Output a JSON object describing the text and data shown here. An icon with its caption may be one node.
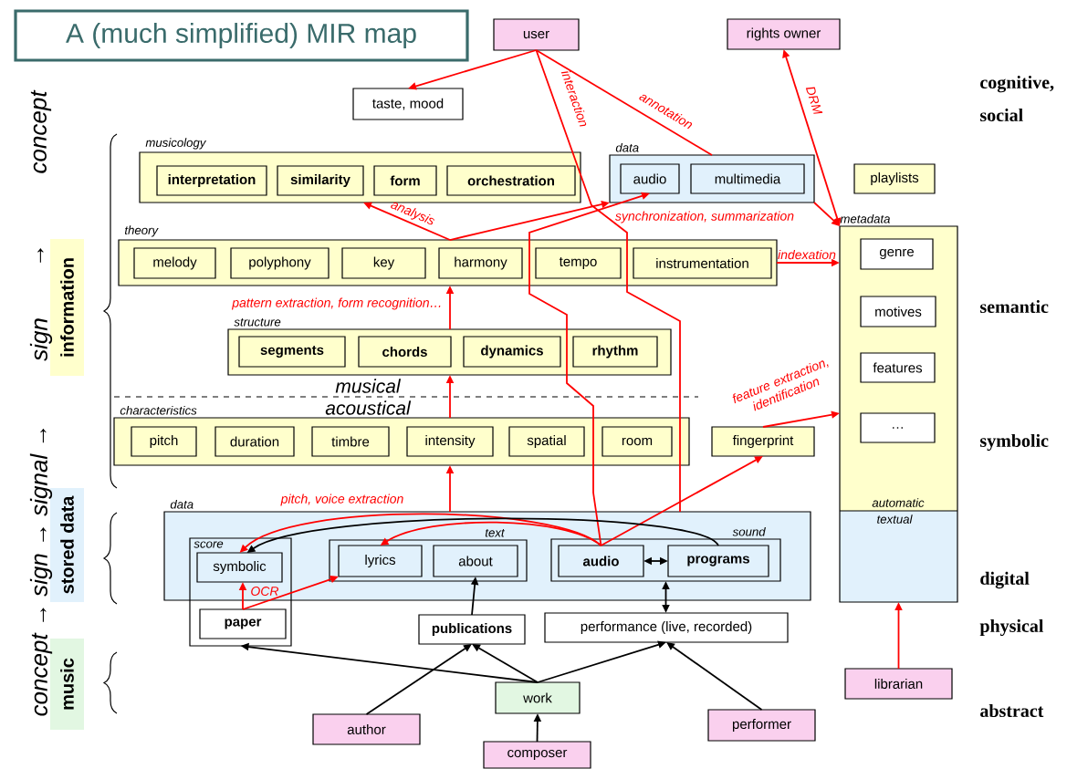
{
  "diagram": {
    "title": "A (much simplified) MIR map",
    "nodes": [
      {
        "text": [
          "user"
        ]
      },
      {
        "text": [
          "rights owner"
        ]
      },
      {
        "text": [
          "taste, mood"
        ]
      },
      {
        "text": [
          "musicology"
        ]
      },
      {
        "text": [
          "interpretation"
        ],
        "in": 3
      },
      {
        "text": [
          "similarity"
        ],
        "in": 3
      },
      {
        "text": [
          "form"
        ],
        "in": 3
      },
      {
        "text": [
          "orchestration"
        ],
        "in": 3
      },
      {
        "text": [
          "data"
        ]
      },
      {
        "text": [
          "audio"
        ],
        "in": 8
      },
      {
        "text": [
          "multimedia"
        ],
        "in": 8
      },
      {
        "text": [
          "playlists"
        ]
      },
      {
        "text": [
          "theory"
        ]
      },
      {
        "text": [
          "melody"
        ],
        "in": 12
      },
      {
        "text": [
          "polyphony"
        ],
        "in": 12
      },
      {
        "text": [
          "key"
        ],
        "in": 12
      },
      {
        "text": [
          "harmony"
        ],
        "in": 12
      },
      {
        "text": [
          "tempo"
        ],
        "in": 12
      },
      {
        "text": [
          "instrumentation"
        ],
        "in": 12
      },
      {
        "text": [
          "metadata",
          "automatic",
          "textual"
        ]
      },
      {
        "text": [
          "genre"
        ],
        "in": 19
      },
      {
        "text": [
          "motives"
        ],
        "in": 19
      },
      {
        "text": [
          "features"
        ],
        "in": 19
      },
      {
        "text": [
          "…"
        ],
        "in": 19
      },
      {
        "text": [
          "structure"
        ]
      },
      {
        "text": [
          "segments"
        ],
        "in": 24
      },
      {
        "text": [
          "chords"
        ],
        "in": 24
      },
      {
        "text": [
          "dynamics"
        ],
        "in": 24
      },
      {
        "text": [
          "rhythm"
        ],
        "in": 24
      },
      {
        "text": [
          "characteristics"
        ]
      },
      {
        "text": [
          "pitch"
        ],
        "in": 29
      },
      {
        "text": [
          "duration"
        ],
        "in": 29
      },
      {
        "text": [
          "timbre"
        ],
        "in": 29
      },
      {
        "text": [
          "intensity"
        ],
        "in": 29
      },
      {
        "text": [
          "spatial"
        ],
        "in": 29
      },
      {
        "text": [
          "room"
        ],
        "in": 29
      },
      {
        "text": [
          "fingerprint"
        ]
      },
      {
        "text": [
          "data"
        ]
      },
      {
        "text": [
          "score"
        ]
      },
      {
        "text": [
          "symbolic"
        ]
      },
      {
        "text": [
          "paper"
        ],
        "in": 38
      },
      {
        "text": [
          "text"
        ],
        "in": 37
      },
      {
        "text": [
          "lyrics"
        ],
        "in": 41
      },
      {
        "text": [
          "about"
        ],
        "in": 41
      },
      {
        "text": [
          "sound"
        ],
        "in": 37
      },
      {
        "text": [
          "audio"
        ],
        "in": 44
      },
      {
        "text": [
          "programs"
        ],
        "in": 44
      },
      {
        "text": [
          "publications"
        ]
      },
      {
        "text": [
          "performance (live, recorded)"
        ]
      },
      {
        "text": [
          "work"
        ]
      },
      {
        "text": [
          "author"
        ]
      },
      {
        "text": [
          "composer"
        ]
      },
      {
        "text": [
          "performer"
        ]
      },
      {
        "text": [
          "librarian"
        ]
      },
      {
        "text": [
          "information"
        ]
      },
      {
        "text": [
          "stored data"
        ]
      },
      {
        "text": [
          "music"
        ]
      }
    ],
    "edges": [
      {
        "from": 0,
        "to": 2,
        "arrow": "to"
      },
      {
        "from": 0,
        "to": 37,
        "arrow": "none",
        "label": "interaction"
      },
      {
        "from": 0,
        "to": 8,
        "arrow": "none",
        "label": "annotation"
      },
      {
        "from": 1,
        "to": 19,
        "arrow": "both",
        "label": "DRM"
      },
      {
        "from": 12,
        "to": 3,
        "arrow": "to",
        "label": "analysis"
      },
      {
        "from": 12,
        "to": 8,
        "arrow": "to",
        "label": "synchronization, summarization"
      },
      {
        "from": 8,
        "to": 19,
        "arrow": "to"
      },
      {
        "from": 12,
        "to": 19,
        "arrow": "to",
        "label": "indexation"
      },
      {
        "from": 24,
        "to": 12,
        "arrow": "to",
        "label": "pattern extraction, form recognition…"
      },
      {
        "from": 29,
        "to": 24,
        "arrow": "to"
      },
      {
        "from": 37,
        "to": 29,
        "arrow": "to"
      },
      {
        "from": 45,
        "to": 9,
        "arrow": "to"
      },
      {
        "from": 45,
        "to": 36,
        "arrow": "to"
      },
      {
        "from": 36,
        "to": 19,
        "arrow": "to",
        "label": "feature extraction, identification"
      },
      {
        "from": 45,
        "to": 39,
        "arrow": "to",
        "label": "pitch, voice extraction"
      },
      {
        "from": 45,
        "to": 42,
        "arrow": "to"
      },
      {
        "from": 46,
        "to": 39,
        "arrow": "to",
        "color": "#000000"
      },
      {
        "from": 40,
        "to": 39,
        "arrow": "to",
        "label": "OCR"
      },
      {
        "from": 40,
        "to": 42,
        "arrow": "to"
      },
      {
        "from": 47,
        "to": 43,
        "arrow": "to",
        "color": "#000000"
      },
      {
        "from": 45,
        "to": 46,
        "arrow": "both",
        "color": "#000000"
      },
      {
        "from": 44,
        "to": 48,
        "arrow": "both",
        "color": "#000000"
      },
      {
        "from": 49,
        "to": 38,
        "arrow": "to",
        "color": "#000000"
      },
      {
        "from": 49,
        "to": 47,
        "arrow": "to",
        "color": "#000000"
      },
      {
        "from": 49,
        "to": 48,
        "arrow": "to",
        "color": "#000000"
      },
      {
        "from": 50,
        "to": 47,
        "arrow": "to",
        "color": "#000000"
      },
      {
        "from": 52,
        "to": 48,
        "arrow": "to",
        "color": "#000000"
      },
      {
        "from": 51,
        "to": 49,
        "arrow": "to",
        "color": "#000000"
      },
      {
        "from": 53,
        "to": 19,
        "arrow": "to"
      }
    ],
    "labels": [
      "concept",
      "→",
      "sign",
      "concept → sign → signal →",
      "cognitive, social",
      "musical",
      "acoustical",
      "semantic",
      "symbolic",
      "digital",
      "physical",
      "abstract"
    ]
  }
}
